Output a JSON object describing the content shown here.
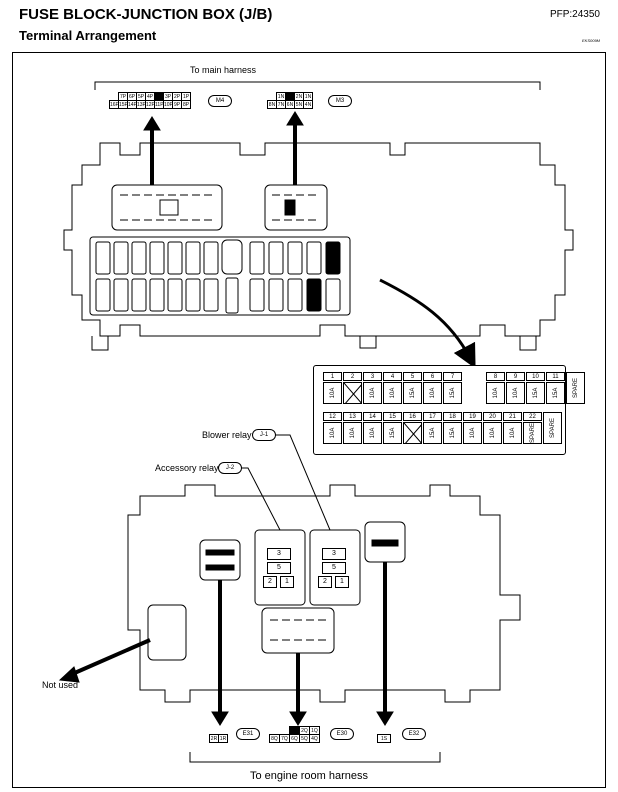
{
  "header": {
    "title": "FUSE BLOCK-JUNCTION BOX (J/B)",
    "pfp": "PFP:24350",
    "subtitle": "Terminal Arrangement",
    "figure_code": "EKS009M"
  },
  "labels": {
    "to_main_harness": "To main harness",
    "to_engine_room_harness": "To engine room harness",
    "blower_relay": "Blower relay",
    "accessory_relay": "Accessory relay",
    "not_used": "Not used"
  },
  "connectors": {
    "m4": {
      "code": "M4",
      "top": [
        "7P",
        "6P",
        "5P",
        "4P",
        "",
        "3P",
        "2P",
        "1P"
      ],
      "bottom": [
        "16P",
        "15P",
        "14P",
        "13P",
        "12P",
        "11P",
        "10P",
        "9P",
        "8P"
      ]
    },
    "m3": {
      "code": "M3",
      "top": [
        "1N",
        "",
        "2N",
        "1N"
      ],
      "bottom": [
        "8N",
        "7N",
        "6N",
        "5N",
        "4N"
      ]
    },
    "e31": {
      "code": "E31",
      "cells": [
        "2R",
        "1R"
      ]
    },
    "e30": {
      "code": "E30",
      "top": [
        "",
        "2Q",
        "1Q"
      ],
      "bottom": [
        "8Q",
        "7Q",
        "6Q",
        "5Q",
        "4Q"
      ]
    },
    "e32": {
      "code": "E32",
      "cells": [
        "1S"
      ]
    }
  },
  "relays": {
    "blower": {
      "code": "J-1",
      "pins": [
        "3",
        "5",
        "2",
        "1"
      ]
    },
    "accessory": {
      "code": "J-2",
      "pins": [
        "3",
        "5",
        "2",
        "1"
      ]
    }
  },
  "fuses": {
    "row1": [
      {
        "num": "1",
        "rating": "10A"
      },
      {
        "num": "2",
        "rating": ""
      },
      {
        "num": "3",
        "rating": "10A"
      },
      {
        "num": "4",
        "rating": "10A"
      },
      {
        "num": "5",
        "rating": "15A"
      },
      {
        "num": "6",
        "rating": "10A"
      },
      {
        "num": "7",
        "rating": "15A"
      },
      {
        "num": "8",
        "rating": "10A"
      },
      {
        "num": "9",
        "rating": "10A"
      },
      {
        "num": "10",
        "rating": "15A"
      },
      {
        "num": "11",
        "rating": "15A"
      },
      {
        "num": "",
        "rating": "SPARE"
      }
    ],
    "row2": [
      {
        "num": "12",
        "rating": "10A"
      },
      {
        "num": "13",
        "rating": "10A"
      },
      {
        "num": "14",
        "rating": "10A"
      },
      {
        "num": "15",
        "rating": "15A"
      },
      {
        "num": "16",
        "rating": ""
      },
      {
        "num": "17",
        "rating": "15A"
      },
      {
        "num": "18",
        "rating": "15A"
      },
      {
        "num": "19",
        "rating": "10A"
      },
      {
        "num": "20",
        "rating": "10A"
      },
      {
        "num": "21",
        "rating": "10A"
      },
      {
        "num": "22",
        "rating": "SPARE"
      },
      {
        "num": "",
        "rating": "SPARE"
      }
    ]
  }
}
